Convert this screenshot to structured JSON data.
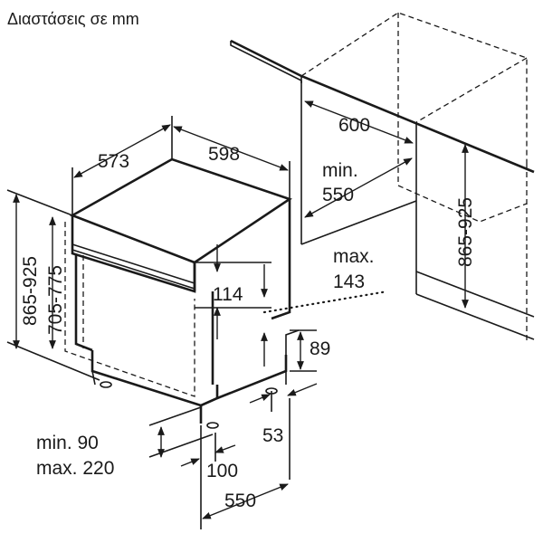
{
  "title": "Διαστάσεις σε mm",
  "dimensions": {
    "depth_573": "573",
    "width_598": "598",
    "niche_width_600": "600",
    "niche_depth_min": "min.",
    "niche_depth_550": "550",
    "niche_height_865_925": "865-925",
    "height_865_925": "865-925",
    "height_705_775": "705-775",
    "max_label": "max.",
    "max_143": "143",
    "dim_114": "114",
    "dim_89": "89",
    "dim_53": "53",
    "foot_min_90": "min. 90",
    "foot_max_220": "max. 220",
    "dim_100": "100",
    "dim_550": "550"
  }
}
